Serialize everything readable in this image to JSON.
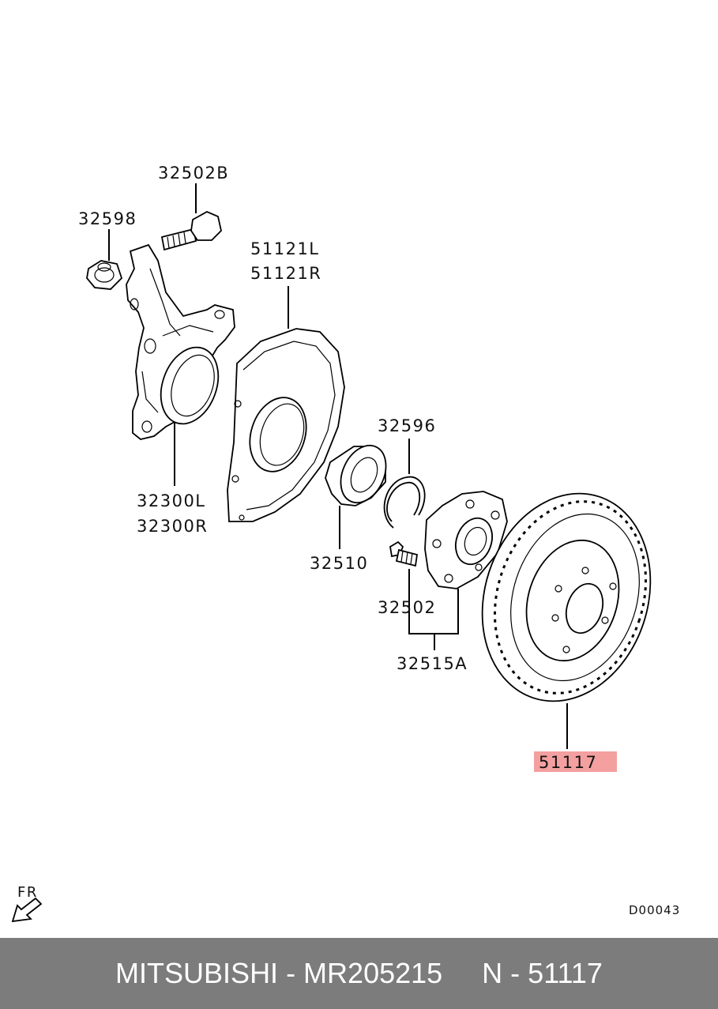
{
  "labels": {
    "p32502B": "32502B",
    "p32598": "32598",
    "p51121L": "51121L",
    "p51121R": "51121R",
    "p32300L": "32300L",
    "p32300R": "32300R",
    "p32596": "32596",
    "p32510": "32510",
    "p32502": "32502",
    "p32515A": "32515A",
    "p51117": "51117"
  },
  "highlight_color": "#f4a0a0",
  "direction_label": "FR",
  "diagram_code": "D00043",
  "footer": {
    "text": "MITSUBISHI - MR205215     N - 51117",
    "background": "#7c7c7c"
  }
}
